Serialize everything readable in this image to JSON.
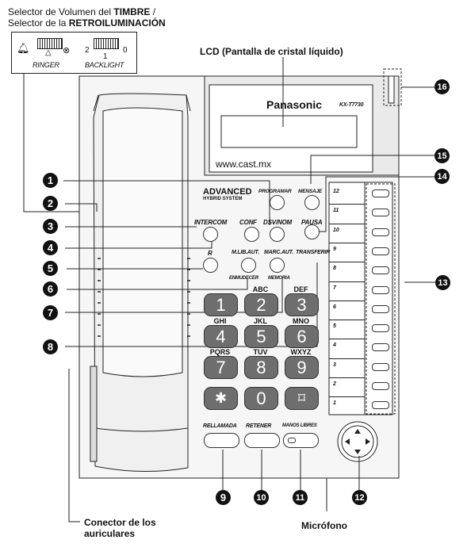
{
  "header": {
    "selector_line1_prefix": "Selector de Volumen del ",
    "selector_line1_bold": "TIMBRE",
    "selector_line1_suffix": " /",
    "selector_line2_prefix": "Selector de la ",
    "selector_line2_bold": "RETROILUMINACIÓN",
    "ringer_label": "RINGER",
    "backlight_label": "BACKLIGHT",
    "backlight_scale": [
      "2",
      "1",
      "0"
    ]
  },
  "lcd": {
    "title": "LCD (Pantalla de cristal líquido)",
    "brand": "Panasonic",
    "model": "KX-T7730",
    "website": "www.cast.mx"
  },
  "phone": {
    "advanced_line1": "ADVANCED",
    "advanced_line2": "HYBRID SYSTEM",
    "func_buttons": {
      "programar": "PROGRAMAR",
      "mensaje": "MENSAJE",
      "intercom": "INTERCOM",
      "conf": "CONF",
      "dsv_nom": "DSV/NOM",
      "pausa": "PAUSA",
      "r": "R",
      "mlib_aut": "M.LIB.AUT.",
      "marc_aut": "MARC.AUT.",
      "transferir": "TRANSFERIR",
      "enmudecer": "ENMUDECER",
      "memoria": "MEMORIA"
    },
    "keypad": [
      {
        "digit": "1",
        "letters": ""
      },
      {
        "digit": "2",
        "letters": "ABC"
      },
      {
        "digit": "3",
        "letters": "DEF"
      },
      {
        "digit": "4",
        "letters": "GHI"
      },
      {
        "digit": "5",
        "letters": "JKL"
      },
      {
        "digit": "6",
        "letters": "MNO"
      },
      {
        "digit": "7",
        "letters": "PQRS"
      },
      {
        "digit": "8",
        "letters": "TUV"
      },
      {
        "digit": "9",
        "letters": "WXYZ"
      },
      {
        "digit": "✱",
        "letters": ""
      },
      {
        "digit": "0",
        "letters": ""
      },
      {
        "digit": "⌑",
        "letters": ""
      }
    ],
    "bottom_buttons": {
      "rellamada": "RELLAMADA",
      "retener": "RETENER",
      "manos_libres": "MANOS LIBRES"
    },
    "line_keys": [
      "12",
      "11",
      "10",
      "9",
      "8",
      "7",
      "6",
      "5",
      "4",
      "3",
      "2",
      "1"
    ]
  },
  "callouts": [
    "1",
    "2",
    "3",
    "4",
    "5",
    "6",
    "7",
    "8",
    "9",
    "10",
    "11",
    "12",
    "13",
    "14",
    "15",
    "16"
  ],
  "footer": {
    "connector_line1": "Conector de los",
    "connector_line2": "auriculares",
    "microphone": "Micrófono"
  },
  "colors": {
    "key_fill": "#6e6e6e",
    "outline": "#333333",
    "callout_fill": "#111111"
  }
}
